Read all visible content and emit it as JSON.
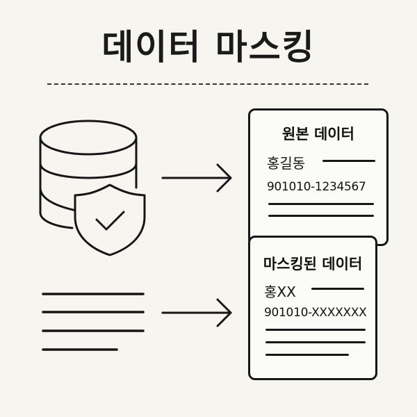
{
  "title": "데이터 마스킹",
  "original_card": {
    "title": "원본 데이터",
    "name": "홍길동",
    "number": "901010-1234567"
  },
  "masked_card": {
    "title": "마스킹된 데이터",
    "name": "홍XX",
    "number": "901010-XXXXXXX"
  },
  "icons": {
    "top_left": "database-shield-icon",
    "bottom_left": "text-lines-icon",
    "arrows": "arrow-right-icon"
  }
}
